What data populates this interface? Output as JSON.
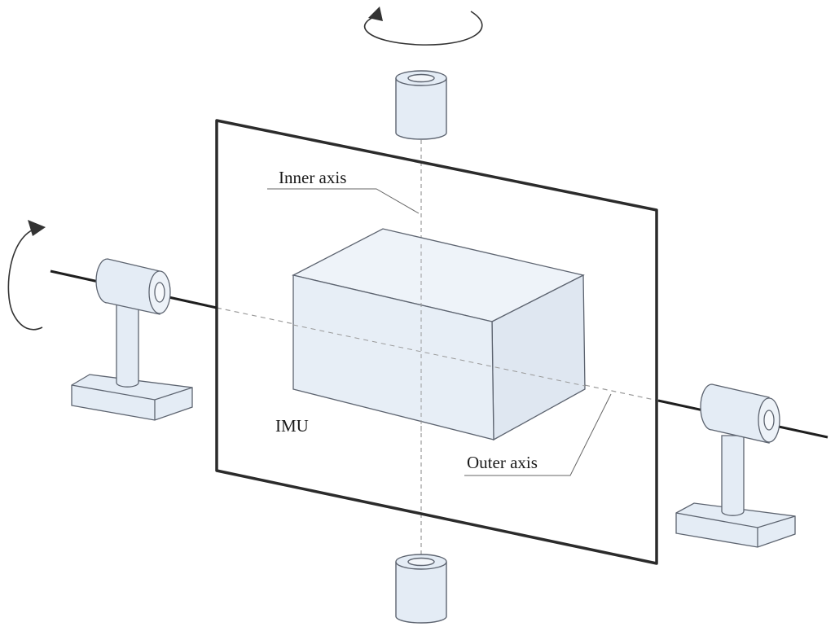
{
  "labels": {
    "inner_axis": "Inner axis",
    "outer_axis": "Outer axis",
    "imu": "IMU"
  },
  "colors": {
    "part_fill": "#e4ecf5",
    "part_stroke": "#5d6470",
    "frame_stroke": "#2b2b2b",
    "axis_dash": "#9a9a9a",
    "shaft": "#1e1e1e"
  }
}
